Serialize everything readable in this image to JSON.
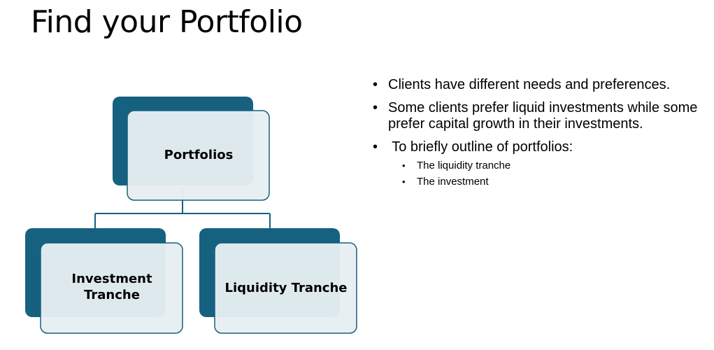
{
  "slide": {
    "title": "Find your Portfolio"
  },
  "diagram": {
    "root": {
      "label": "Portfolios"
    },
    "children": [
      {
        "label": "Investment Tranche"
      },
      {
        "label": "Liquidity Tranche"
      }
    ],
    "colors": {
      "dark_fill": "#16617f",
      "light_fill": "#e7eef2",
      "border": "#16617f",
      "connector": "#16617f"
    }
  },
  "bullets": {
    "items": [
      {
        "text": "Clients have different needs and preferences."
      },
      {
        "text": "Some clients prefer liquid investments while some prefer capital growth in their investments."
      },
      {
        "text": " To briefly outline of portfolios:",
        "sub": [
          "The liquidity tranche",
          "The investment"
        ]
      }
    ]
  }
}
